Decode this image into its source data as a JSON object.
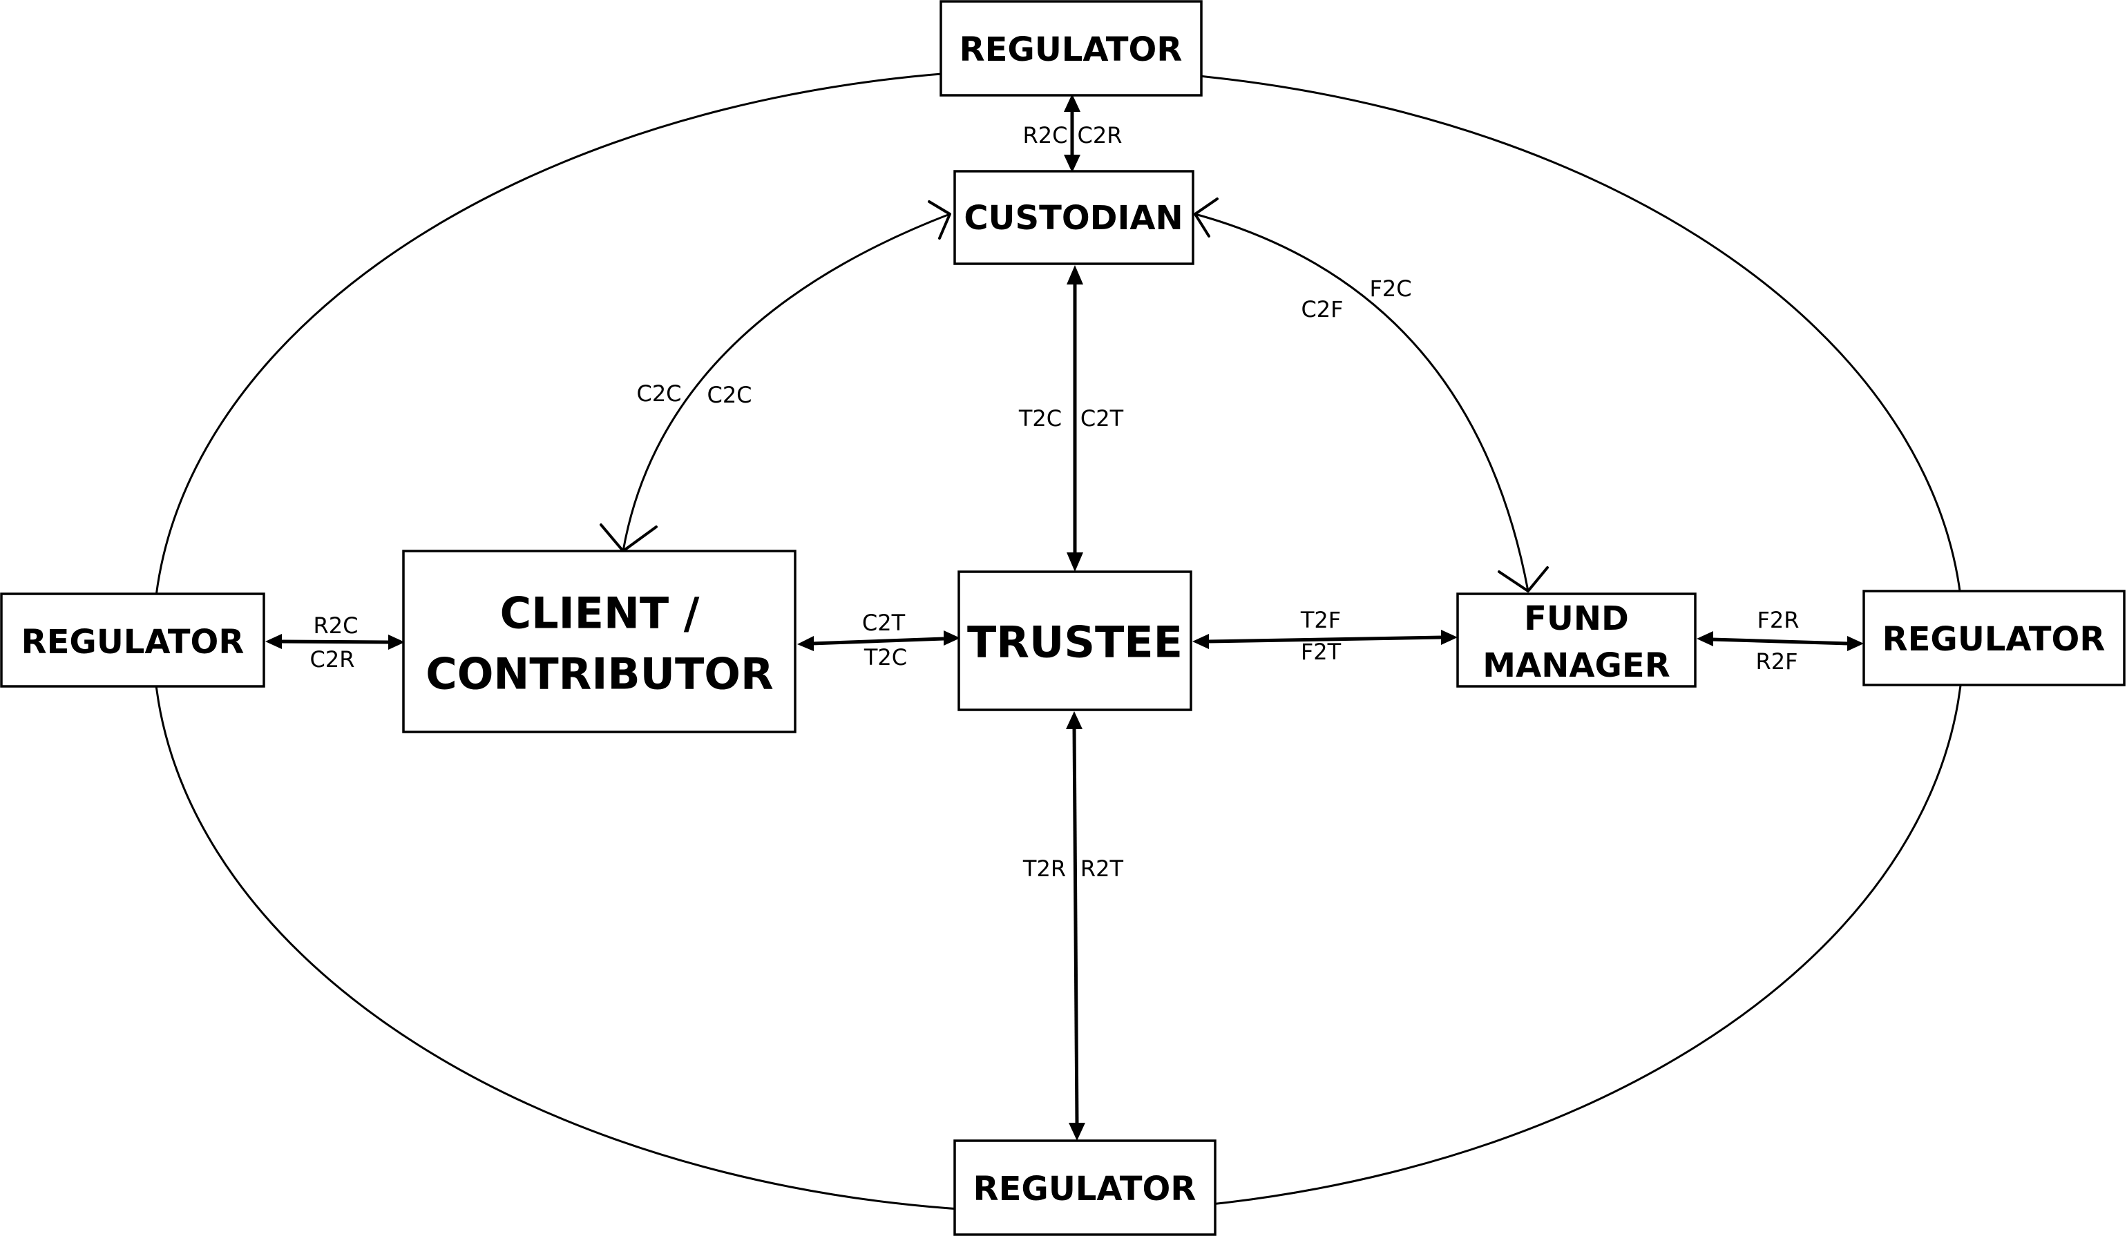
{
  "nodes": {
    "regulator_top": "REGULATOR",
    "custodian": "CUSTODIAN",
    "client_line1": "CLIENT /",
    "client_line2": "CONTRIBUTOR",
    "trustee": "TRUSTEE",
    "fund_line1": "FUND",
    "fund_line2": "MANAGER",
    "regulator_left": "REGULATOR",
    "regulator_right": "REGULATOR",
    "regulator_bottom": "REGULATOR"
  },
  "links": {
    "regtop_custodian": [
      "R2C",
      "C2R"
    ],
    "custodian_client": [
      "C2C",
      "C2C"
    ],
    "custodian_trustee": [
      "T2C",
      "C2T"
    ],
    "custodian_fund": [
      "C2F",
      "F2C"
    ],
    "regleft_client": [
      "R2C",
      "C2R"
    ],
    "client_trustee": [
      "C2T",
      "T2C"
    ],
    "trustee_fund": [
      "T2F",
      "F2T"
    ],
    "fund_regright": [
      "F2R",
      "R2F"
    ],
    "trustee_regbottom": [
      "T2R",
      "R2T"
    ]
  }
}
